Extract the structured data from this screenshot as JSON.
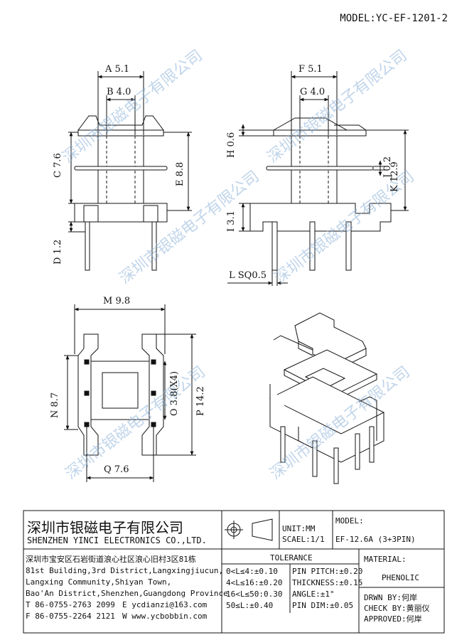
{
  "model_header": "MODEL:YC-EF-1201-2",
  "dims": {
    "A": "A 5.1",
    "B": "B 4.0",
    "C": "C 7.6",
    "D": "D 1.2",
    "E": "E 8.8",
    "F": "F 5.1",
    "G": "G 4.0",
    "H": "H 0.6",
    "I": "I 3.1",
    "J": "J 0.2",
    "K": "K 12.9",
    "L": "L SQ0.5",
    "M": "M 9.8",
    "N": "N 8.7",
    "O": "O 3.8(X4)",
    "P": "P 14.2",
    "Q": "Q 7.6"
  },
  "watermark": "深圳市银磁电子有限公司",
  "titleblock": {
    "company_cn": "深圳市银磁电子有限公司",
    "company_en": "SHENZHEN YINCI ELECTRONICS CO.,LTD.",
    "address_cn": "深圳市宝安区石岩街道浪心社区浪心旧村3区81栋",
    "address_en_1": "81st Building,3rd District,Langxingjiucun,",
    "address_en_2": "Langxing Community,Shiyan Town,",
    "address_en_3": "Bao'An District,Shenzhen,Guangdong Province",
    "tel": "T 86-0755-2763 2099",
    "email": "E ycdianzi@163.com",
    "fax": "F 86-0755-2264 2121",
    "web": "W www.ycbobbin.com",
    "unit": "UNIT:MM",
    "scale": "SCAEL:1/1",
    "model_label": "MODEL:",
    "model_value": "EF-12.6A (3+3PIN)",
    "tolerance_title": "TOLERANCE",
    "tol_left": [
      "0<L≤4:±0.10",
      "4<L≤16:±0.20",
      "16<L≤50:0.30",
      "50≤L:±0.40"
    ],
    "tol_right": [
      "PIN PITCH:±0.20",
      "THICKNESS:±0.15",
      "ANGLE:±1°",
      "PIN DIM:±0.05"
    ],
    "material_label": "MATERIAL:",
    "material_value": "PHENOLIC",
    "drawn_by": "DRWN BY:何岸",
    "check_by": "CHECK BY:黄丽仪",
    "approved": "APPROVED:何岸"
  }
}
